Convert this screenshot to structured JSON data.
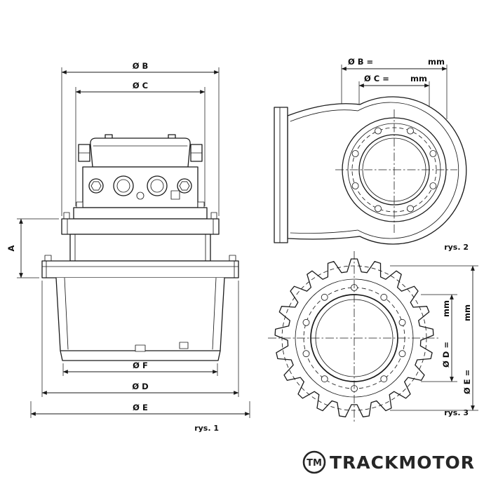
{
  "figures": {
    "fig1": {
      "caption": "rys. 1",
      "dims": {
        "b": "Ø B",
        "c": "Ø C",
        "a": "A",
        "f": "Ø F",
        "d": "Ø D",
        "e": "Ø E"
      }
    },
    "fig2": {
      "caption": "rys. 2",
      "dims": {
        "b_label": "Ø B =",
        "b_unit": "mm",
        "c_label": "Ø C =",
        "c_unit": "mm"
      }
    },
    "fig3": {
      "caption": "rys. 3",
      "dims": {
        "d_label": "Ø D =",
        "d_unit": "mm",
        "e_label": "Ø E =",
        "e_unit": "mm"
      }
    }
  },
  "logo": {
    "monogram": "TM",
    "brand": "TRACKMOTOR"
  },
  "colors": {
    "line": "#1a1a1a",
    "background": "#ffffff",
    "brand_text": "#262626"
  }
}
